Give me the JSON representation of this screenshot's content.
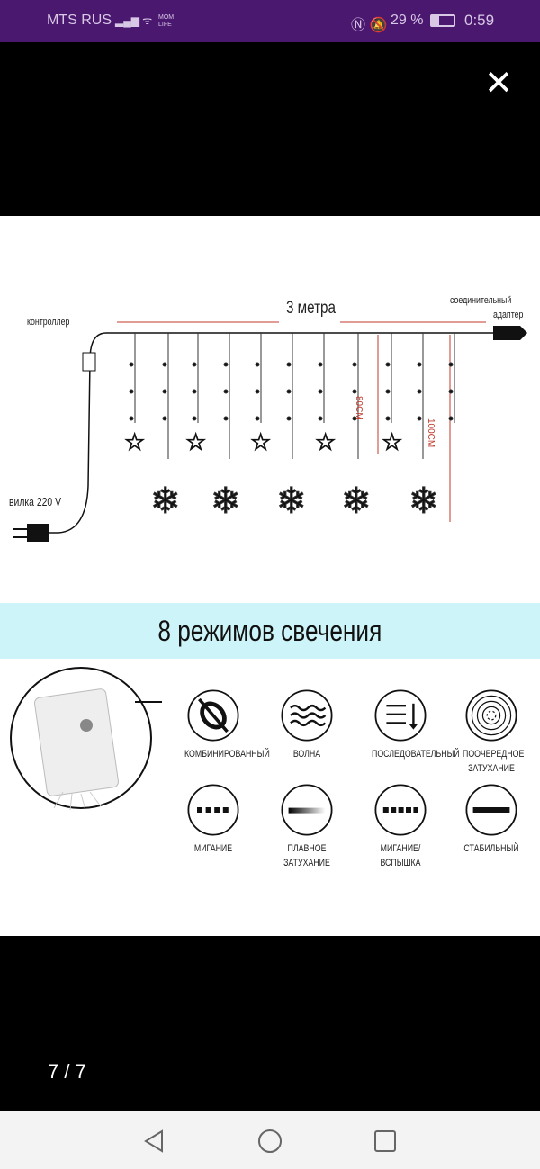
{
  "status_bar": {
    "carrier": "MTS RUS",
    "extra": "MOM LIFE",
    "battery": "29 %",
    "time": "0:59"
  },
  "viewer": {
    "counter": "7 / 7"
  },
  "diagram": {
    "length": "3 метра",
    "controller": "контроллер",
    "adapter_line1": "соединительный",
    "adapter_line2": "адаптер",
    "plug": "вилка 220 V",
    "short_len": "80CM",
    "long_len": "100CM"
  },
  "banner": "8 режимов свечения",
  "modes": [
    {
      "label": "КОМБИНИРОВАННЫЙ",
      "icon": "chain-icon"
    },
    {
      "label": "ВОЛНА",
      "icon": "wave-icon"
    },
    {
      "label": "ПОСЛЕДОВАТЕЛЬНЫЙ",
      "icon": "sequential-icon"
    },
    {
      "label": "ПООЧЕРЕДНОЕ ЗАТУХАНИЕ",
      "icon": "concentric-icon"
    },
    {
      "label": "МИГАНИЕ",
      "icon": "dashes-icon"
    },
    {
      "label": "ПЛАВНОЕ ЗАТУХАНИЕ",
      "icon": "gradient-icon"
    },
    {
      "label": "МИГАНИЕ/ВСПЫШКА",
      "icon": "squares-icon"
    },
    {
      "label": "СТАБИЛЬНЫЙ",
      "icon": "line-icon"
    }
  ],
  "colors": {
    "status": "#4b1870",
    "band": "#cdf4f8",
    "accent": "#c0392b"
  }
}
